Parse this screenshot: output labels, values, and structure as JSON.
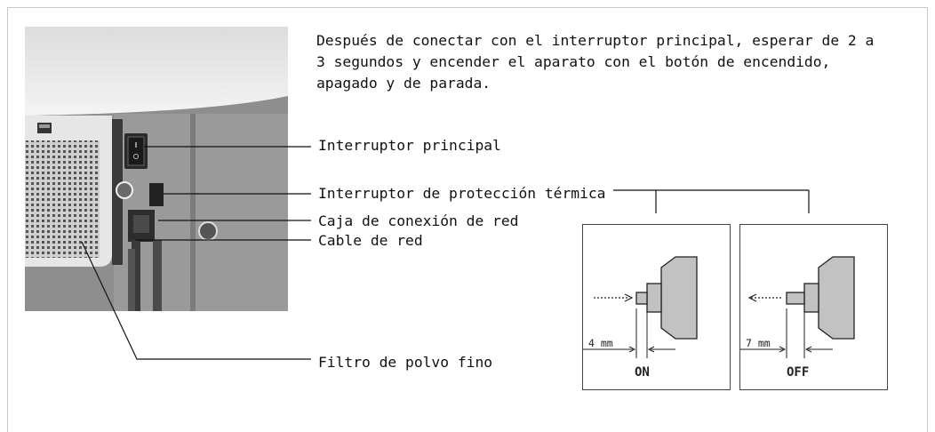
{
  "intro_text": "Después de conectar con el interruptor principal, esperar de 2 a 3 segundos y encender el aparato con el botón de encendido, apagado y de parada.",
  "labels": {
    "main_switch": "Interruptor principal",
    "thermal_switch": "Interruptor de protección térmica",
    "mains_box": "Caja de conexión de red",
    "mains_cable": "Cable de red",
    "dust_filter": "Filtro de polvo fino"
  },
  "diagram_on": {
    "distance": "4 mm",
    "state": "ON"
  },
  "diagram_off": {
    "distance": "7 mm",
    "state": "OFF"
  }
}
